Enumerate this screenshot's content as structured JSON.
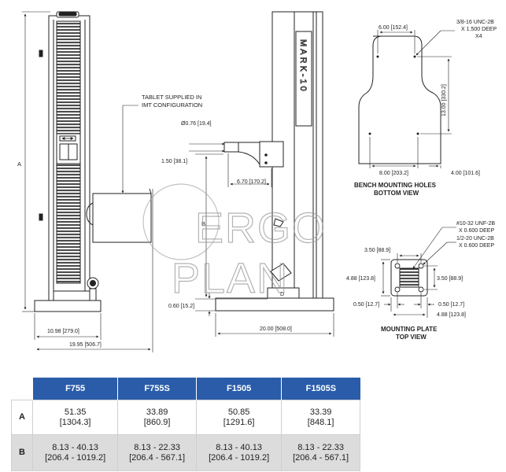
{
  "labels": {
    "tablet_note_1": "TABLET SUPPLIED IN",
    "tablet_note_2": "IMT CONFIGURATION",
    "dim_A": "A",
    "dim_B": "B",
    "dim_D": "D",
    "mark": "MARK-10",
    "watermark_1": "ERGO",
    "watermark_2": "PLAN",
    "bench_title_1": "BENCH MOUNTING HOLES",
    "bench_title_2": "BOTTOM VIEW",
    "plate_title_1": "MOUNTING PLATE",
    "plate_title_2": "TOP VIEW",
    "thread_1_l1": "3/8-16 UNC-2B",
    "thread_1_l2": "X 1.500 DEEP",
    "thread_1_l3": "X4",
    "thread_2_l1": "#10-32 UNF-2B",
    "thread_2_l2": "X 0.600 DEEP",
    "thread_3_l1": "1/2-20 UNC-2B",
    "thread_3_l2": "X 0.600 DEEP"
  },
  "dimensions": {
    "shaft_dia": "Ø0.76 [19.4]",
    "height_150": "1.50 [38.1]",
    "reach_670": "6.70 [170.2]",
    "base_060": "0.60 [15.2]",
    "width_1098": "10.98 [279.0]",
    "width_1995": "19.95 [506.7]",
    "depth_2000": "20.00 [508.0]",
    "bench_600": "6.00 [152.4]",
    "bench_1300": "13.00 [330.2]",
    "bench_800": "8.00 [203.2]",
    "bench_400": "4.00 [101.6]",
    "plate_350_top": "3.50 [88.9]",
    "plate_488_left": "4.88 [123.8]",
    "plate_350_right": "3.50 [88.9]",
    "plate_050_left": "0.50 [12.7]",
    "plate_050_right": "0.50 [12.7]",
    "plate_488_bottom": "4.88 [123.8]"
  },
  "table": {
    "columns": [
      "F755",
      "F755S",
      "F1505",
      "F1505S"
    ],
    "rows": [
      {
        "label": "A",
        "cells": [
          [
            "51.35",
            "[1304.3]"
          ],
          [
            "33.89",
            "[860.9]"
          ],
          [
            "50.85",
            "[1291.6]"
          ],
          [
            "33.39",
            "[848.1]"
          ]
        ]
      },
      {
        "label": "B",
        "cells": [
          [
            "8.13 - 40.13",
            "[206.4 - 1019.2]"
          ],
          [
            "8.13 - 22.33",
            "[206.4 - 567.1]"
          ],
          [
            "8.13 - 40.13",
            "[206.4 - 1019.2]"
          ],
          [
            "8.13 - 22.33",
            "[206.4 - 567.1]"
          ]
        ]
      }
    ]
  },
  "colors": {
    "header_blue": "#2a5caa",
    "row_gray": "#dcdcdc"
  }
}
